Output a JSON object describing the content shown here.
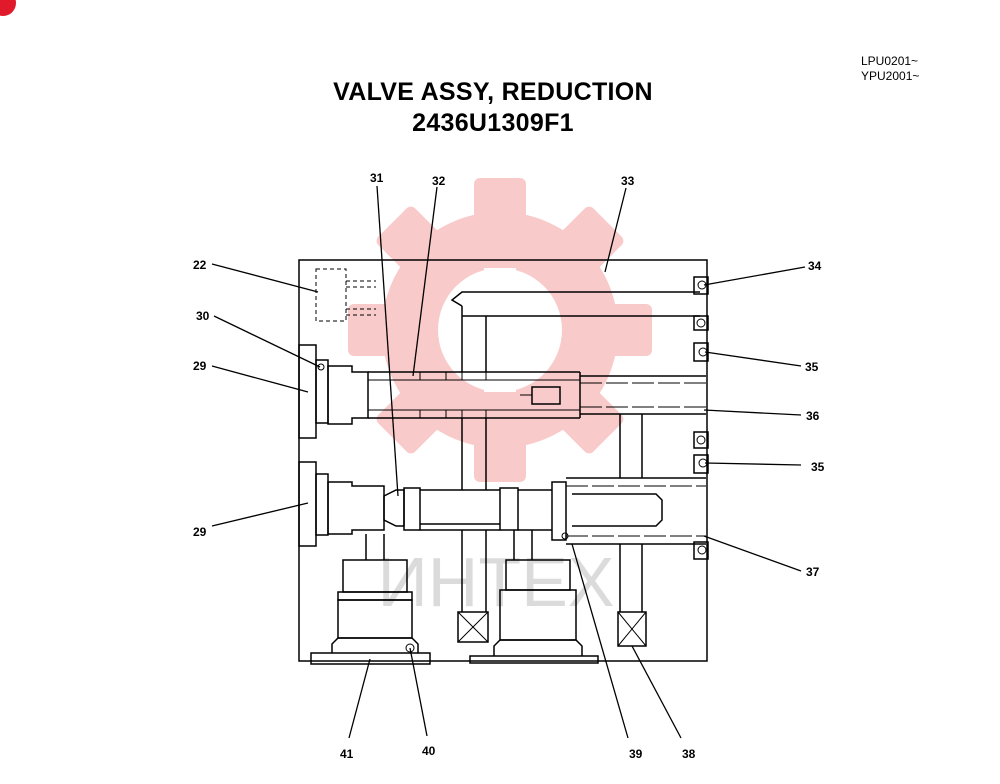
{
  "header": {
    "serial_line1": "LPU0201~",
    "serial_line2": "YPU2001~",
    "title": "VALVE ASSY, REDUCTION",
    "part_number": "2436U1309F1"
  },
  "watermark": {
    "text": "ИНТЕХ",
    "color": "#e8463f"
  },
  "callouts": {
    "c22": "22",
    "c30": "30",
    "c29a": "29",
    "c29b": "29",
    "c31": "31",
    "c32": "32",
    "c33": "33",
    "c34": "34",
    "c35a": "35",
    "c36": "36",
    "c35b": "35",
    "c37": "37",
    "c41": "41",
    "c40": "40",
    "c39": "39",
    "c38": "38"
  }
}
